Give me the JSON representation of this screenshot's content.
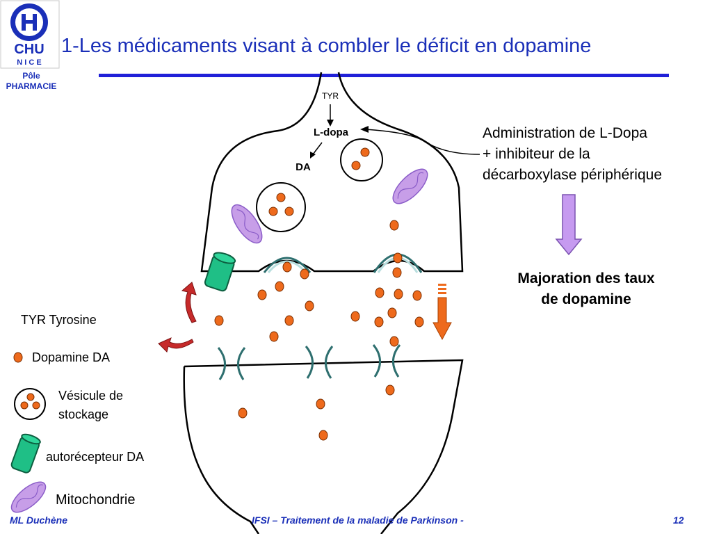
{
  "logo": {
    "brand": "CHU",
    "city": "N I C E",
    "pole_line1": "Pôle",
    "pole_line2": "PHARMACIE"
  },
  "title": "1-Les médicaments visant à combler le déficit en dopamine",
  "diagram": {
    "tyr": "TYR",
    "ldopa": "L-dopa",
    "da": "DA"
  },
  "administration": {
    "line1": "Administration de L-Dopa",
    "line2": "+ inhibiteur de la",
    "line3": "décarboxylase périphérique"
  },
  "result": {
    "line1": "Majoration des taux",
    "line2": "de dopamine"
  },
  "legend": {
    "tyr": "TYR  Tyrosine",
    "dopamine": "Dopamine DA",
    "vesicle_line1": "Vésicule de",
    "vesicle_line2": "stockage",
    "autoreceptor": "autorécepteur DA",
    "mitochondria": "Mitochondrie"
  },
  "footer": {
    "author": "ML Duchène",
    "course": "IFSI – Traitement de la maladie de Parkinson -",
    "page": "12"
  },
  "colors": {
    "title_blue": "#1a2fb8",
    "dopamine": "#ee6a1c",
    "mitochondria": "#c79ee8",
    "receptor": "#1fbf86",
    "arrow_violet": "#c69af0",
    "arrow_orange": "#ee6a1c",
    "reuptake_red": "#c62a2a",
    "channel": "#2e6f6f"
  }
}
